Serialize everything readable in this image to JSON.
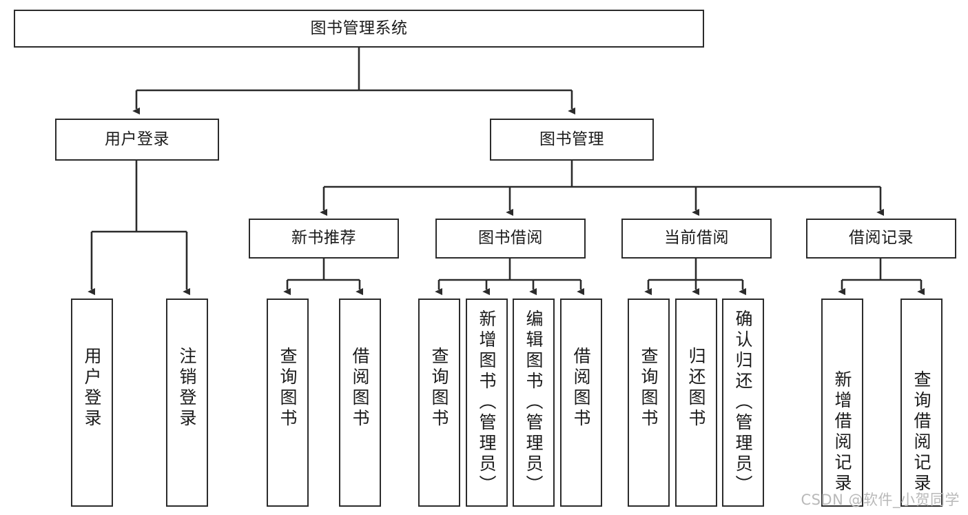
{
  "diagram": {
    "title": "图书管理系统",
    "type": "tree-hierarchy",
    "watermark": "CSDN @软件_小贺同学",
    "colors": {
      "border": "#2b2b2b",
      "background": "#ffffff",
      "text": "#1b1b1b",
      "watermark": "#b9b9b9"
    },
    "levels": {
      "root": "图书管理系统",
      "level2": [
        "用户登录",
        "图书管理"
      ],
      "level3": [
        "新书推荐",
        "图书借阅",
        "当前借阅",
        "借阅记录"
      ]
    },
    "nodes": {
      "root": "图书管理系统",
      "user_login": "用户登录",
      "book_manage": "图书管理",
      "new_book_rec": "新书推荐",
      "book_borrow": "图书借阅",
      "current_borrow": "当前借阅",
      "borrow_record": "借阅记录",
      "leaf_user_login": "用户登录",
      "leaf_logout": "注销登录",
      "leaf_query_book_1": "查询图书",
      "leaf_borrow_book_1": "借阅图书",
      "leaf_query_book_2": "查询图书",
      "leaf_add_book": "新增图书（管理员）",
      "leaf_edit_book": "编辑图书（管理员）",
      "leaf_borrow_book_2": "借阅图书",
      "leaf_query_book_3": "查询图书",
      "leaf_return_book": "归还图书",
      "leaf_confirm_return": "确认归还（管理员）",
      "leaf_add_record": "新增借阅记录",
      "leaf_query_record": "查询借阅记录"
    },
    "edges": [
      {
        "from": "root",
        "to": "user_login"
      },
      {
        "from": "root",
        "to": "book_manage"
      },
      {
        "from": "user_login",
        "to": "leaf_user_login"
      },
      {
        "from": "user_login",
        "to": "leaf_logout"
      },
      {
        "from": "book_manage",
        "to": "new_book_rec"
      },
      {
        "from": "book_manage",
        "to": "book_borrow"
      },
      {
        "from": "book_manage",
        "to": "current_borrow"
      },
      {
        "from": "book_manage",
        "to": "borrow_record"
      },
      {
        "from": "new_book_rec",
        "to": "leaf_query_book_1"
      },
      {
        "from": "new_book_rec",
        "to": "leaf_borrow_book_1"
      },
      {
        "from": "book_borrow",
        "to": "leaf_query_book_2"
      },
      {
        "from": "book_borrow",
        "to": "leaf_add_book"
      },
      {
        "from": "book_borrow",
        "to": "leaf_edit_book"
      },
      {
        "from": "book_borrow",
        "to": "leaf_borrow_book_2"
      },
      {
        "from": "current_borrow",
        "to": "leaf_query_book_3"
      },
      {
        "from": "current_borrow",
        "to": "leaf_return_book"
      },
      {
        "from": "current_borrow",
        "to": "leaf_confirm_return"
      },
      {
        "from": "borrow_record",
        "to": "leaf_add_record"
      },
      {
        "from": "borrow_record",
        "to": "leaf_query_record"
      }
    ]
  }
}
